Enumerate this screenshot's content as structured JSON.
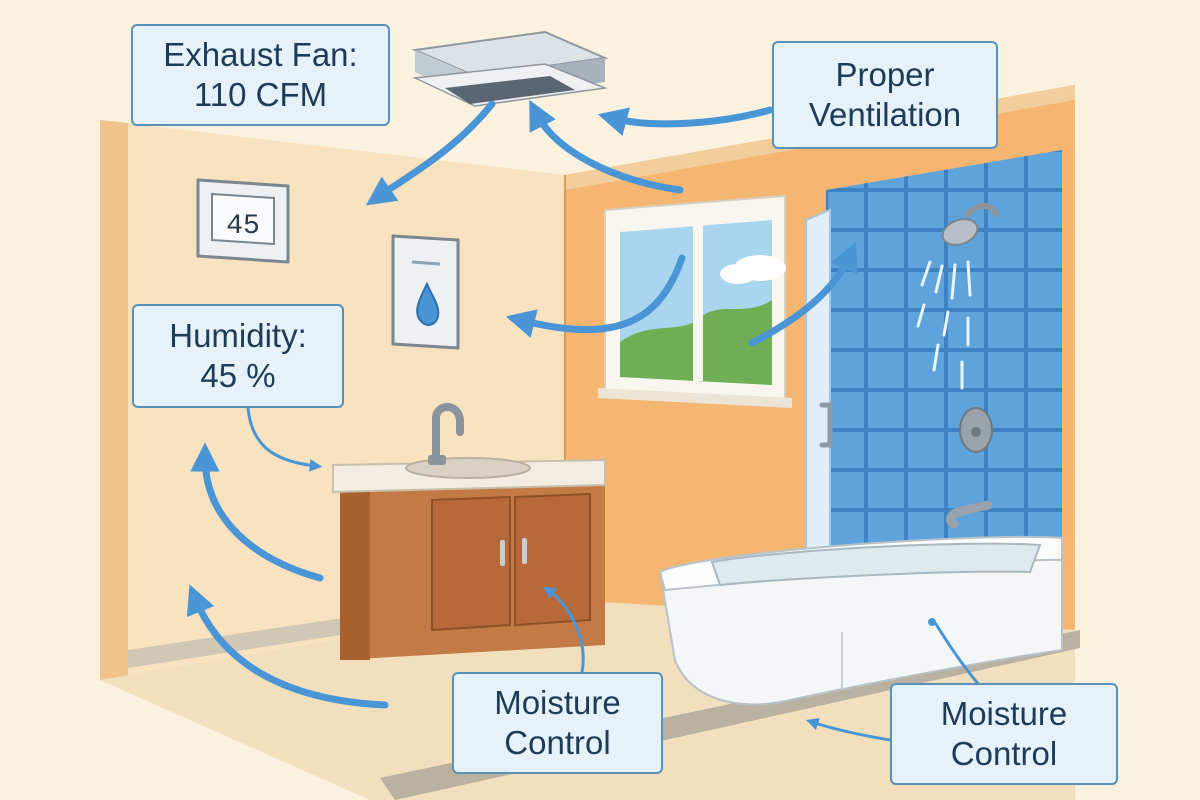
{
  "callouts": {
    "exhaust_fan": {
      "line1": "Exhaust Fan:",
      "line2": "110 CFM"
    },
    "proper_ventilation": {
      "line1": "Proper",
      "line2": "Ventilation"
    },
    "humidity": {
      "line1": "Humidity:",
      "line2": "45 %"
    },
    "moisture_control_vanity": {
      "line1": "Moisture",
      "line2": "Control"
    },
    "moisture_control_tub": {
      "line1": "Moisture",
      "line2": "Control"
    }
  },
  "hygrometer_display": "45",
  "colors": {
    "left_wall": "#f8e2bf",
    "back_wall": "#f5b672",
    "floor": "#f1dfbd",
    "tile": "#5b9fda",
    "arrow": "#4a95d6",
    "callout_fill": "#e6f2f9",
    "callout_border": "#5a91b8",
    "cabinet": "#c47a45"
  }
}
